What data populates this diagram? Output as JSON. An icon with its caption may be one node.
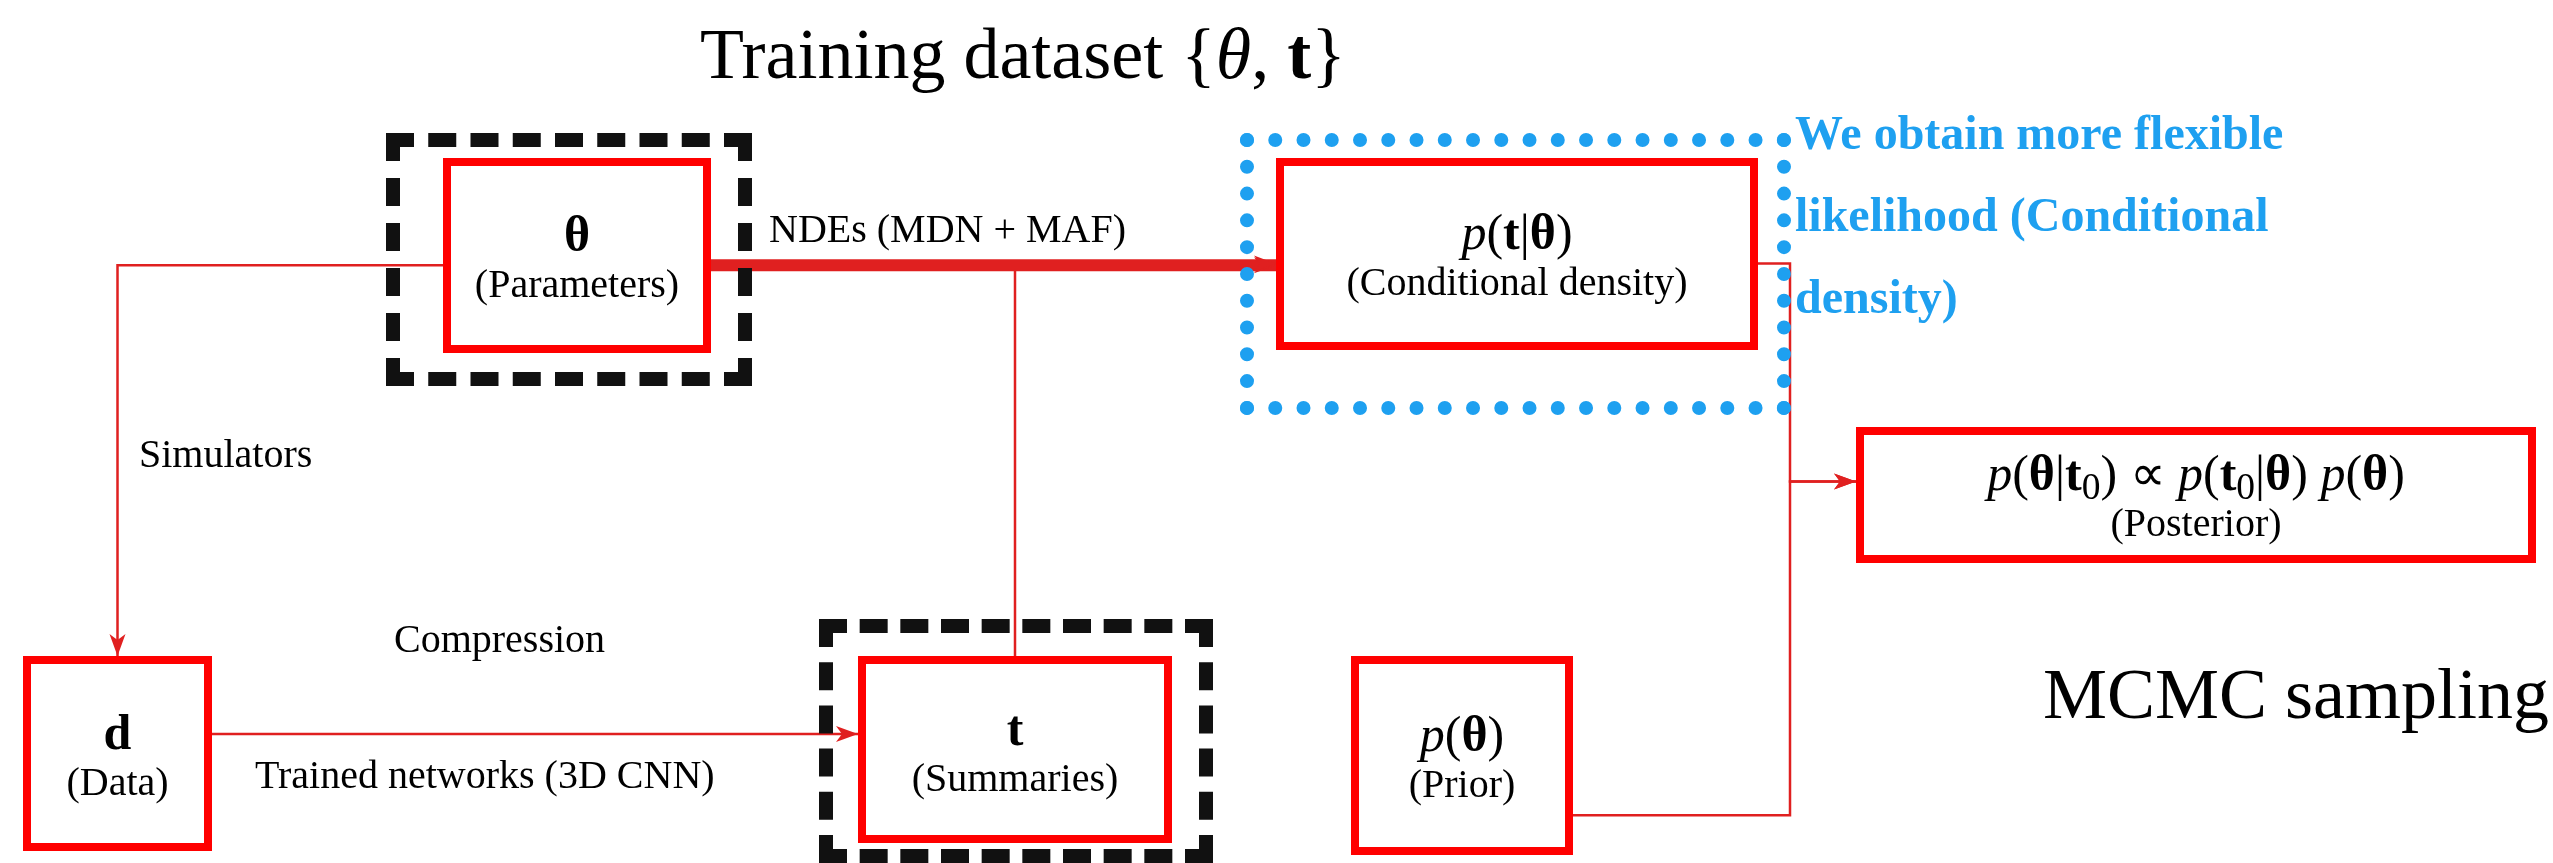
{
  "diagram": {
    "title": "Training dataset {*θ*, **t**}",
    "nodes": [
      {
        "text": [],
        "shape": "box"
      },
      {
        "text": [
          "θ",
          "(Parameters)"
        ],
        "in": 0
      },
      {
        "text": [],
        "shape": "box"
      },
      {
        "text": [
          "*p*(**t**|**θ**)",
          "(Conditional density)"
        ],
        "in": 2
      },
      {
        "text": [
          "*p*(**θ**|**t**$_{0}$) ∝ *p*(**t**$_{0}$|**θ**) *p*(**θ**)",
          "(Posterior)"
        ]
      },
      {
        "text": [
          "d",
          "(Data)"
        ]
      },
      {
        "text": [],
        "shape": "box"
      },
      {
        "text": [
          "t",
          "(Summaries)"
        ],
        "in": 6
      },
      {
        "text": [
          "*p*(**θ**)",
          "(Prior)"
        ]
      }
    ],
    "edges": [
      {
        "from": 1,
        "to": 5,
        "arrow": "to",
        "label": "Simulators"
      },
      {
        "from": 5,
        "to": 7,
        "arrow": "to",
        "label": "Compression"
      },
      {
        "from": 1,
        "to": 3,
        "arrow": "to",
        "label": "NDEs (MDN + MAF)",
        "style": "thick"
      },
      {
        "from": 7,
        "to": 3,
        "arrow": "to"
      },
      {
        "from": 3,
        "to": 4,
        "arrow": "to"
      },
      {
        "from": 8,
        "to": 4,
        "arrow": "to"
      }
    ],
    "labels": [
      "Trained networks (3D CNN)",
      "We obtain more flexible likelihood (Conditional density)",
      "MCMC sampling"
    ]
  }
}
